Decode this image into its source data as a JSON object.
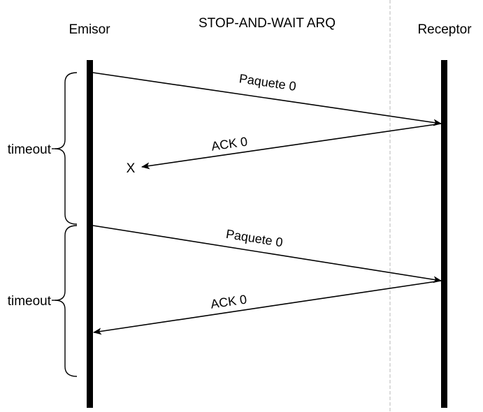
{
  "diagram": {
    "title": "STOP-AND-WAIT ARQ",
    "participants": [
      {
        "id": "sender",
        "label": "Emisor"
      },
      {
        "id": "receiver",
        "label": "Receptor"
      }
    ],
    "messages": [
      {
        "from": "sender",
        "to": "receiver",
        "label": "Paquete 0",
        "lost": false
      },
      {
        "from": "receiver",
        "to": "sender",
        "label": "ACK 0",
        "lost": true,
        "lost_marker": "X"
      },
      {
        "from": "sender",
        "to": "receiver",
        "label": "Paquete 0",
        "lost": false
      },
      {
        "from": "receiver",
        "to": "sender",
        "label": "ACK 0",
        "lost": false
      }
    ],
    "intervals": [
      {
        "label": "timeout"
      },
      {
        "label": "timeout"
      }
    ],
    "colors": {
      "line": "#000000",
      "divider": "#c8c8c8",
      "background": "#ffffff"
    }
  }
}
